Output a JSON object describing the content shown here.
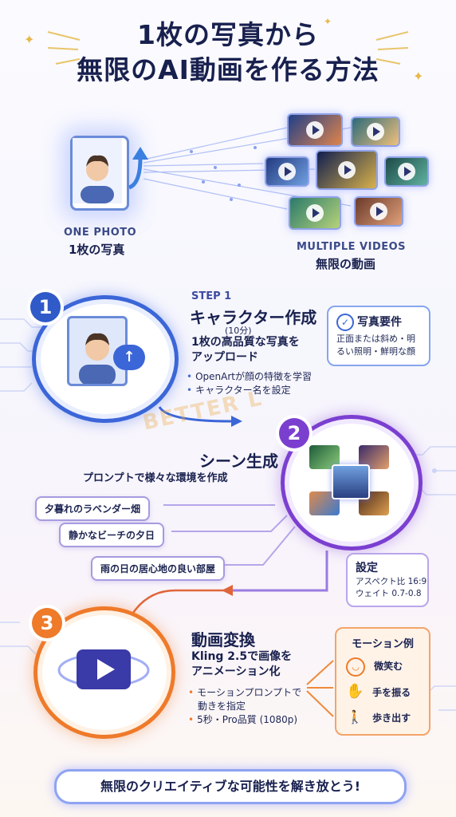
{
  "title": {
    "line1": "1枚の写真から",
    "line2": "無限のAI動画を作る方法"
  },
  "hero": {
    "left_en": "ONE PHOTO",
    "left_ja": "1枚の写真",
    "right_en": "MULTIPLE VIDEOS",
    "right_ja": "無限の動画"
  },
  "step1": {
    "number": "1",
    "label": "STEP 1",
    "title": "キャラクター作成",
    "time": "(10分)",
    "desc_line1": "1枚の高品質な写真を",
    "desc_line2": "アップロード",
    "bullets": [
      "OpenArtが顔の特徴を学習",
      "キャラクター名を設定"
    ],
    "req_title": "写真要件",
    "req_line1": "正面または斜め・明",
    "req_line2": "るい照明・鮮明な顔"
  },
  "watermark": "BETTER L",
  "step2": {
    "number": "2",
    "title": "シーン生成",
    "subtitle": "プロンプトで様々な環境を作成",
    "prompts": [
      "夕暮れのラベンダー畑",
      "静かなビーチの夕日",
      "雨の日の居心地の良い部屋"
    ],
    "settings_title": "設定",
    "settings_line1": "アスペクト比 16:9",
    "settings_line2": "ウェイト 0.7-0.8"
  },
  "step3": {
    "number": "3",
    "title": "動画変換",
    "desc_line1": "Kling 2.5で画像を",
    "desc_line2": "アニメーション化",
    "bullet1_line1": "モーションプロンプトで",
    "bullet1_line2": "動きを指定",
    "bullet2": "5秒・Pro品質 (1080p)",
    "motion_title": "モーション例",
    "motions": [
      "微笑む",
      "手を振る",
      "歩き出す"
    ]
  },
  "footer": "無限のクリエイティブな可能性を解き放とう!",
  "colors": {
    "blue": "#3b66d8",
    "purple": "#7b3fd0",
    "orange": "#ee7a2a",
    "navy": "#18204e"
  }
}
